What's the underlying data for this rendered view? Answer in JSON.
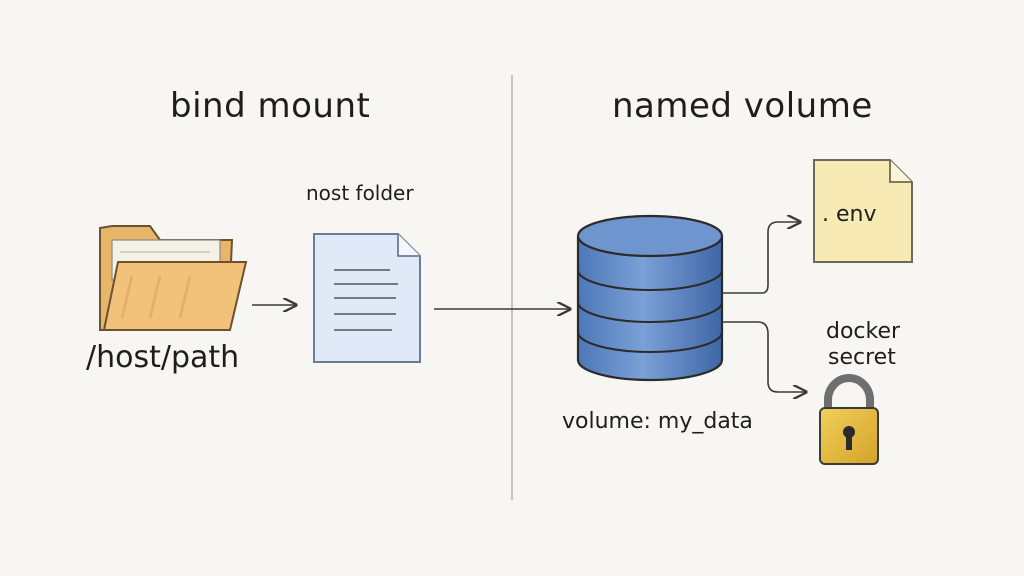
{
  "left": {
    "title": "bind mount",
    "source_label": "/host/path",
    "target_label": "nost folder"
  },
  "right": {
    "title": "named volume",
    "volume_label": "volume: my_data",
    "env_file_label": ". env",
    "secret_label_line1": "docker",
    "secret_label_line2": "secret"
  },
  "icons": {
    "folder": "folder-icon",
    "document": "document-icon",
    "database": "database-icon",
    "env_file": "file-icon",
    "lock": "padlock-icon"
  },
  "colors": {
    "folder": "#f2c27a",
    "document": "#dfe9f7",
    "database": "#5b84c4",
    "env_file": "#f7eab4",
    "lock": "#e3b738",
    "divider": "#c9c9c9"
  }
}
